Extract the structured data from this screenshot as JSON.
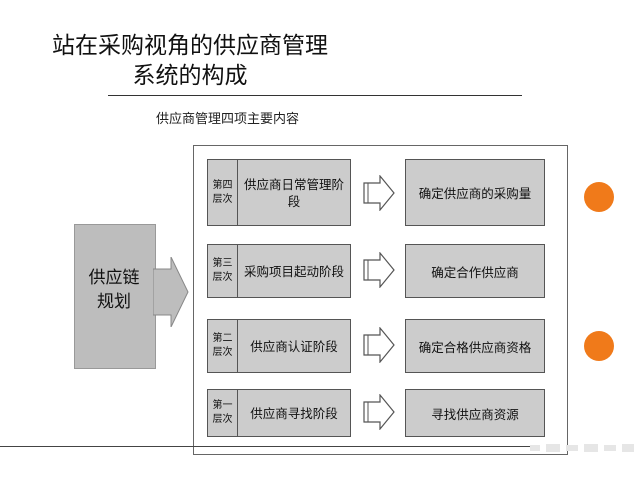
{
  "title": {
    "line1": "站在采购视角的供应商管理",
    "line2": "系统的构成"
  },
  "subtitle": "供应商管理四项主要内容",
  "left_block": {
    "label_line1": "供应链",
    "label_line2": "规划"
  },
  "rows": [
    {
      "level": "第四层次",
      "stage": "供应商日常管理阶段",
      "result": "确定供应商的采购量"
    },
    {
      "level": "第三层次",
      "stage": "采购项目起动阶段",
      "result": "确定合作供应商"
    },
    {
      "level": "第二层次",
      "stage": "供应商认证阶段",
      "result": "确定合格供应商资格"
    },
    {
      "level": "第一层次",
      "stage": "供应商寻找阶段",
      "result": "寻找供应商资源"
    }
  ],
  "colors": {
    "box_fill": "#cccccc",
    "accent_circle": "#f07a1a"
  }
}
